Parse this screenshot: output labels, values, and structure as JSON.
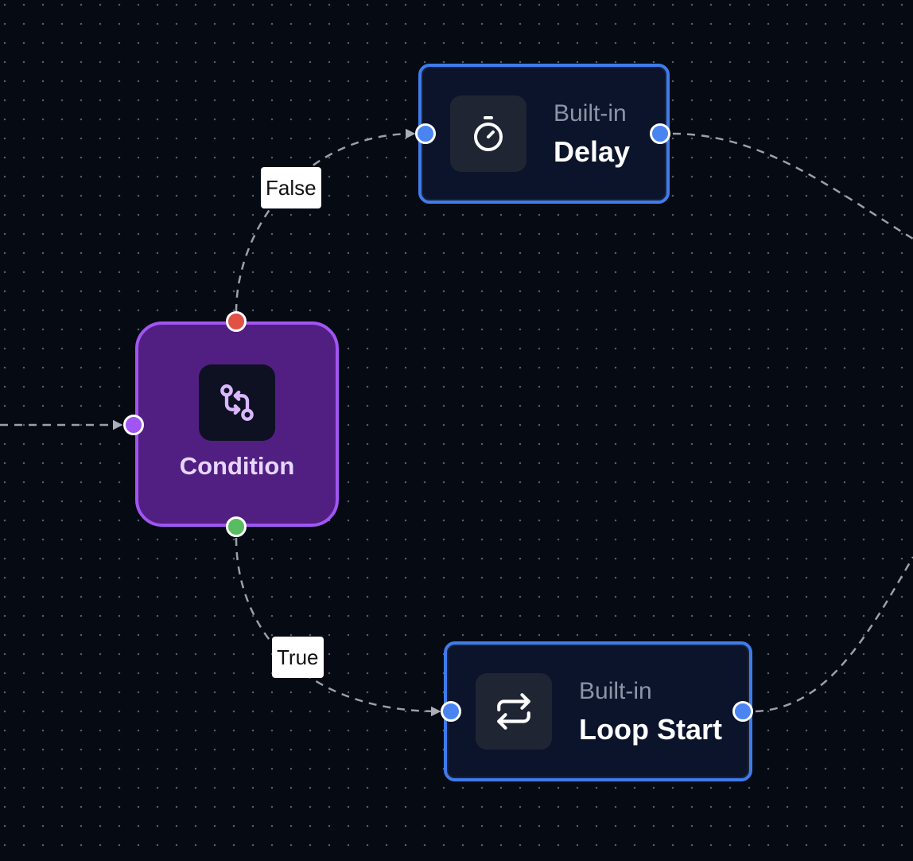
{
  "nodes": {
    "delay": {
      "kind_label": "Built-in",
      "title": "Delay",
      "icon": "stopwatch-icon"
    },
    "loop_start": {
      "kind_label": "Built-in",
      "title": "Loop Start",
      "icon": "repeat-icon"
    },
    "condition": {
      "title": "Condition",
      "icon": "git-compare-icon"
    }
  },
  "edges": {
    "false_label": "False",
    "true_label": "True"
  },
  "colors": {
    "background": "#060a13",
    "builtin_border": "#3f7ceb",
    "builtin_fill": "#0c142c",
    "condition_fill": "#511f82",
    "condition_border": "#a155f2",
    "handle_blue": "#4a84f0",
    "handle_false": "#e05245",
    "handle_true": "#58bd62",
    "edge_stroke": "#9aa0aa"
  }
}
